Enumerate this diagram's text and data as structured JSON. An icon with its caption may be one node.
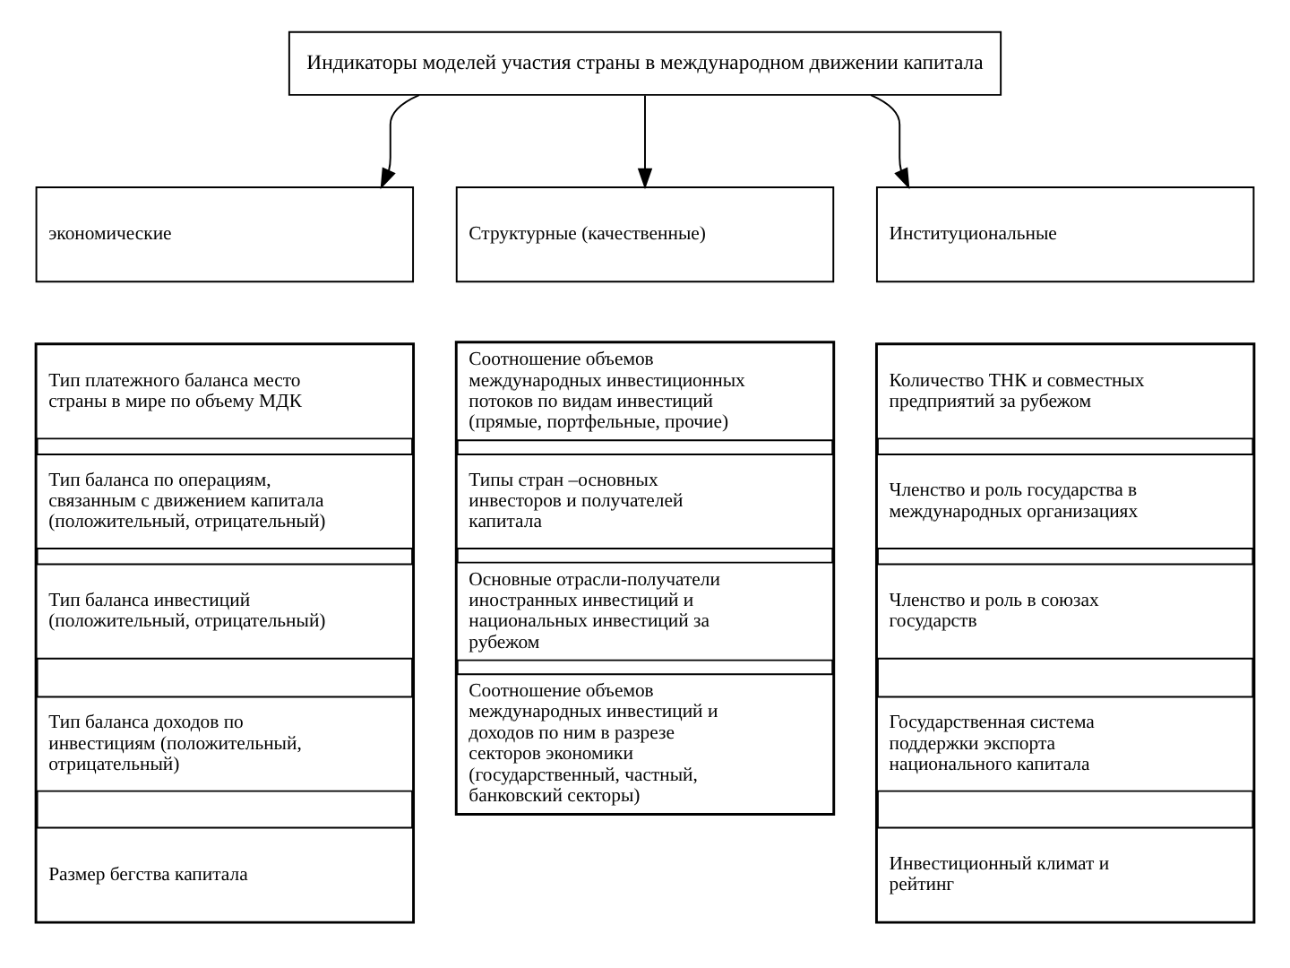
{
  "diagram": {
    "nodes": [
      {
        "text": [
          "Индикаторы моделей участия страны в международном движении капитала"
        ]
      },
      {
        "text": [
          "экономические"
        ]
      },
      {
        "text": [
          "Структурные (качественные)"
        ]
      },
      {
        "text": [
          "Институциональные"
        ]
      },
      {
        "text": [],
        "shape": "box"
      },
      {
        "text": [
          "Тип платежного баланса место страны в мире по объему МДК"
        ],
        "in": 4
      },
      {
        "text": [
          "Тип баланса по операциям, связанным с движением капитала (положительный, отрицательный)"
        ],
        "in": 4
      },
      {
        "text": [
          "Тип баланса инвестиций (положительный, отрицательный)"
        ],
        "in": 4
      },
      {
        "text": [
          "Тип баланса доходов по инвестициям (положительный, отрицательный)"
        ],
        "in": 4
      },
      {
        "text": [
          "Размер бегства капитала"
        ],
        "in": 4
      },
      {
        "text": [],
        "shape": "box"
      },
      {
        "text": [
          "Соотношение объемов международных инвестиционных потоков по видам инвестиций (прямые, портфельные, прочие)"
        ],
        "in": 10
      },
      {
        "text": [
          "Типы стран –основных инвесторов и получателей капитала"
        ],
        "in": 10
      },
      {
        "text": [
          "Основные отрасли-получатели иностранных инвестиций и национальных инвестиций за рубежом"
        ],
        "in": 10
      },
      {
        "text": [
          "Соотношение объемов международных инвестиций и доходов по ним в разрезе секторов экономики (государственный, частный, банковский секторы)"
        ],
        "in": 10
      },
      {
        "text": [],
        "shape": "box"
      },
      {
        "text": [
          "Количество ТНК и совместных предприятий за рубежом"
        ],
        "in": 15
      },
      {
        "text": [
          "Членство и роль государства в международных организациях"
        ],
        "in": 15
      },
      {
        "text": [
          "Членство и роль в союзах государств"
        ],
        "in": 15
      },
      {
        "text": [
          "Государственная система поддержки экспорта национального капитала"
        ],
        "in": 15
      },
      {
        "text": [
          "Инвестиционный климат и рейтинг"
        ],
        "in": 15
      }
    ],
    "edges": [
      {
        "from": 0,
        "to": 1,
        "arrow": "to"
      },
      {
        "from": 0,
        "to": 2,
        "arrow": "to"
      },
      {
        "from": 0,
        "to": 3,
        "arrow": "to"
      }
    ]
  }
}
